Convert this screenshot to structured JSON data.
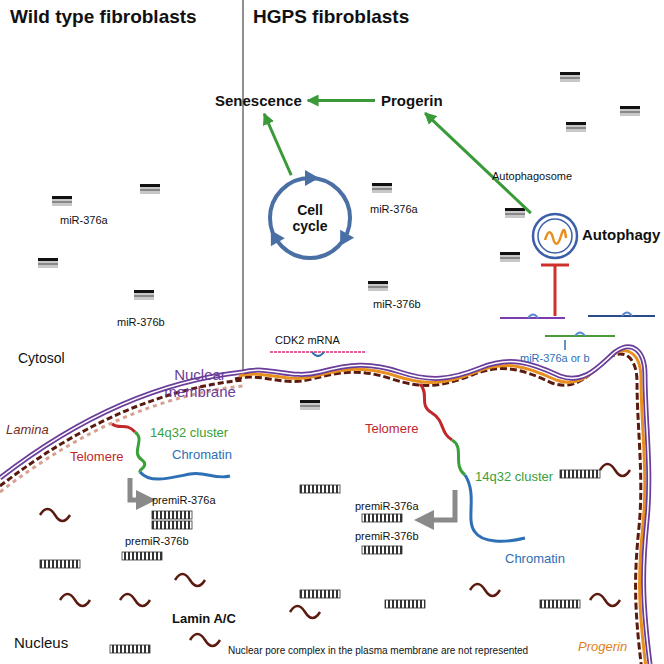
{
  "diagram": {
    "nodes": [
      {
        "text": [
          "Wild type fibroblasts"
        ]
      },
      {
        "text": [
          "HGPS fibroblasts"
        ]
      },
      {
        "text": [
          "Senescence"
        ],
        "in": 1
      },
      {
        "text": [
          "Progerin"
        ],
        "in": 1
      },
      {
        "text": [
          "Cell cycle"
        ],
        "in": 1
      },
      {
        "text": [
          "Autophagosome",
          "Autophagy"
        ],
        "in": 1
      }
    ],
    "edges": [
      {
        "from": 4,
        "to": 2,
        "arrow": "to"
      },
      {
        "from": 3,
        "to": 2,
        "arrow": "to"
      },
      {
        "from": 5,
        "to": 3,
        "arrow": "to"
      }
    ],
    "labels": [
      "miR-376a",
      "miR-376b",
      "Cytosol",
      "Nuclear membrane",
      "Lamina",
      "Telomere",
      "14q32 cluster",
      "Chromatin",
      "premiR-376a",
      "premiR-376b",
      "Lamin A/C",
      "Nucleus",
      "miR-376a",
      "miR-376b",
      "CDK2 mRNA",
      "miR-376a or b",
      "Telomere",
      "14q32 cluster",
      "premiR-376a",
      "premiR-376b",
      "Chromatin",
      "Nuclear pore complex in the plasma membrane are not represented",
      "Progerin"
    ]
  }
}
